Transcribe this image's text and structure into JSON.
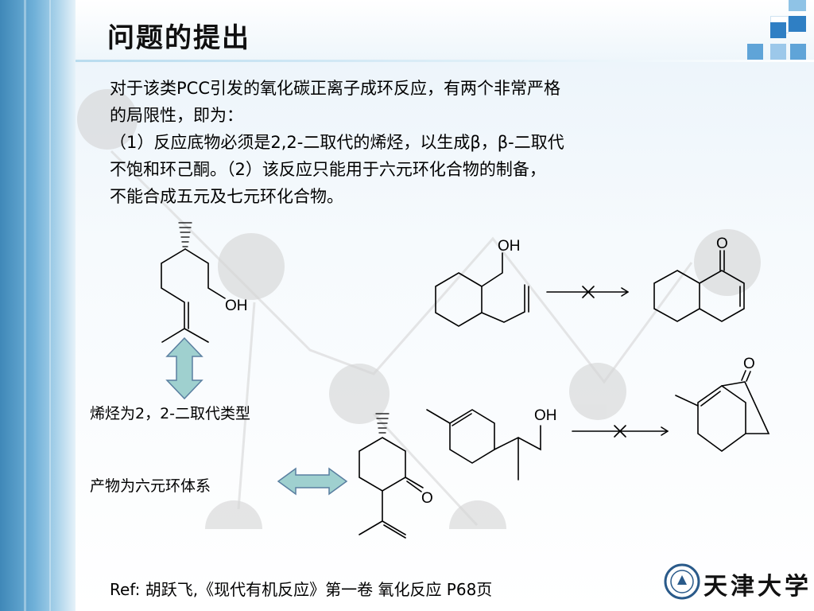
{
  "slide": {
    "title": "问题的提出",
    "paragraph_lines": [
      "对于该类PCC引发的氧化碳正离子成环反应，有两个非常严格",
      "的局限性，即为：",
      "（1）反应底物必须是2,2-二取代的烯烃，以生成β，β-二取代",
      "不饱和环己酮。（2）该反应只能用于六元环化合物的制备，",
      "不能合成五元及七元环化合物。"
    ],
    "label_alkene": "烯烃为2，2-二取代类型",
    "label_product": "产物为六元环体系",
    "reference": "Ref: 胡跃飞,《现代有机反应》第一卷  氧化反应  P68页",
    "university": "天津大学"
  },
  "chem_labels": {
    "oh": "OH",
    "o": "O"
  },
  "colors": {
    "left_bar": "#4a90c2",
    "square_dark": "#2f7fc4",
    "square_light": "#8fc3e6",
    "arrow_fill": "#9fd0cf",
    "arrow_stroke": "#5a7fa0",
    "watermark": "#c7c7c7"
  }
}
